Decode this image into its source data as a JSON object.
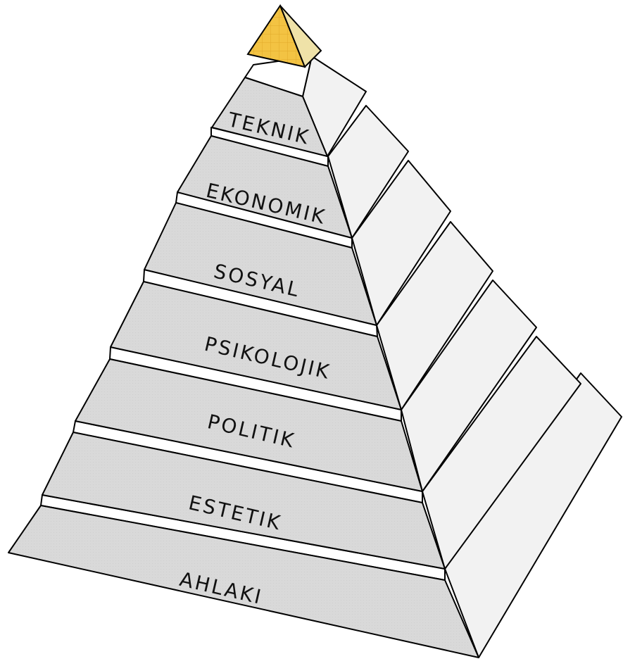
{
  "diagram": {
    "tiers": [
      {
        "label": "TEKNIK"
      },
      {
        "label": "EKONOMIK"
      },
      {
        "label": "SOSYAL"
      },
      {
        "label": "PSIKOLOJIK"
      },
      {
        "label": "POLITIK"
      },
      {
        "label": "ESTETIK"
      },
      {
        "label": "AHLAKI"
      }
    ],
    "colors": {
      "front": "#d9d9d9",
      "top": "#ffffff",
      "side": "#f2f2f2",
      "capstone_light": "#f3c343",
      "capstone_side": "#efe2a8",
      "outline": "#000000"
    }
  }
}
